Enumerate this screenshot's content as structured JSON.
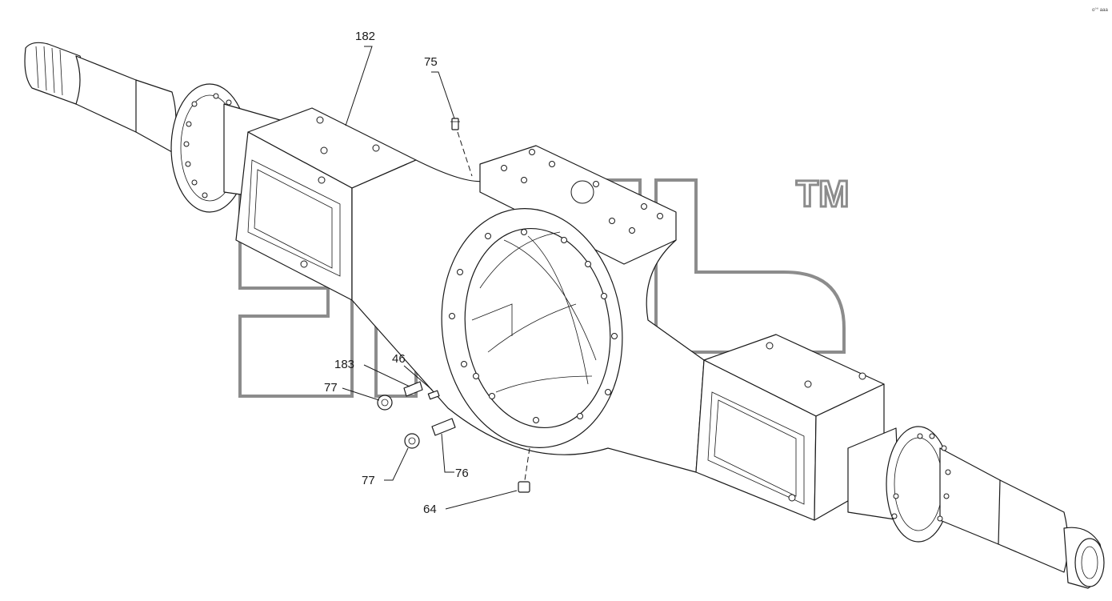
{
  "diagram": {
    "callouts": {
      "c182": "182",
      "c75": "75",
      "c183": "183",
      "c46": "46",
      "c77a": "77",
      "c77b": "77",
      "c76": "76",
      "c64": "64"
    },
    "corner_mark": "о°° ааа",
    "watermark_trademark": "TM",
    "watermark_text": "gnab"
  }
}
